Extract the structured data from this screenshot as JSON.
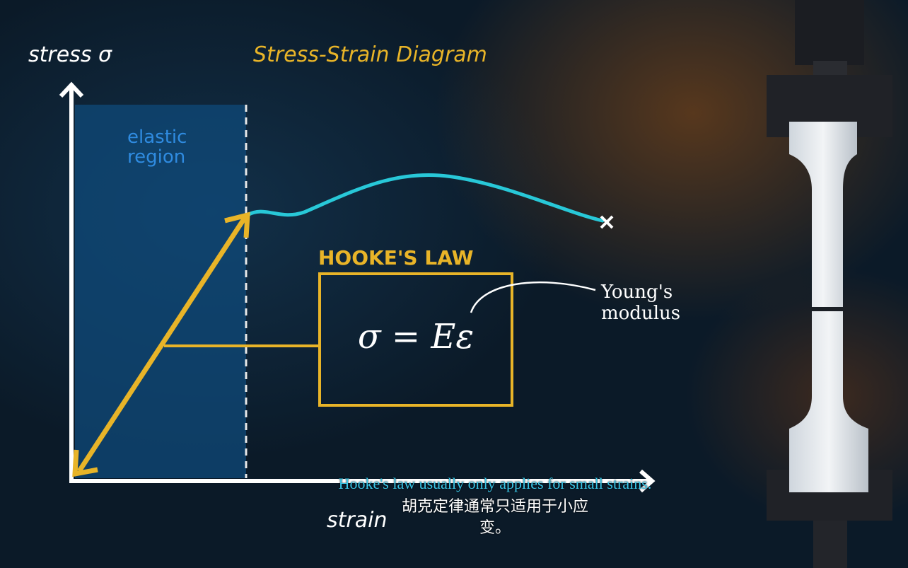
{
  "diagram": {
    "title": "Stress-Strain Diagram",
    "y_axis_label": "stress σ",
    "x_axis_label": "strain",
    "region_label": "elastic region",
    "law_title": "HOOKE'S LAW",
    "equation": "σ = Eε",
    "annotation": "Young's modulus",
    "colors": {
      "accent": "#e8b428",
      "curve": "#28c8d8",
      "region": "#0f4a7a",
      "region_text": "#2f8be0"
    }
  },
  "subtitles": {
    "english": "Hooke's law usually only applies for small strains.",
    "chinese": "胡克定律通常只适用于小应变。"
  }
}
